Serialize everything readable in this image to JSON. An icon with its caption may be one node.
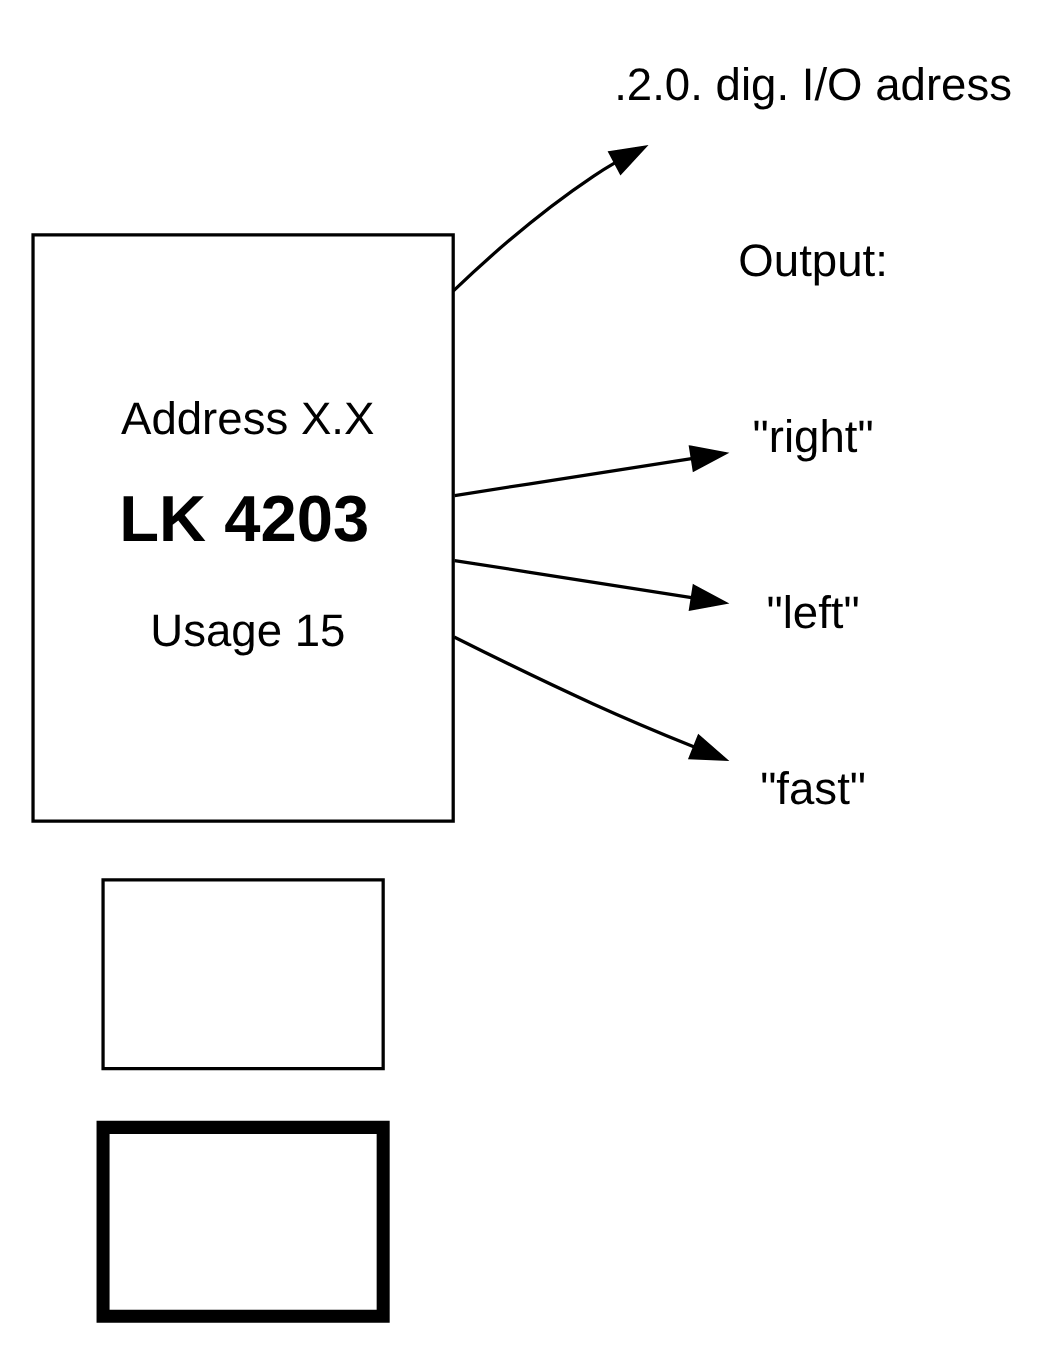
{
  "diagram": {
    "nodes": [
      {
        "text": [],
        "shape": "box"
      },
      {
        "text": [],
        "shape": "box"
      },
      {
        "text": [
          "Address X.X",
          "LK 4203",
          "Usage 15"
        ]
      },
      {
        "text": [
          ".2.0. dig. I/O adress"
        ]
      },
      {
        "text": [
          "\"right\""
        ]
      },
      {
        "text": [
          "\"left\""
        ]
      },
      {
        "text": [
          "\"fast\""
        ]
      }
    ],
    "edges": [
      {
        "from": 2,
        "to": 3,
        "arrow": "to"
      },
      {
        "from": 2,
        "to": 4,
        "arrow": "to"
      },
      {
        "from": 2,
        "to": 5,
        "arrow": "to"
      },
      {
        "from": 2,
        "to": 6,
        "arrow": "to"
      }
    ],
    "labels": [
      "Output:"
    ]
  }
}
